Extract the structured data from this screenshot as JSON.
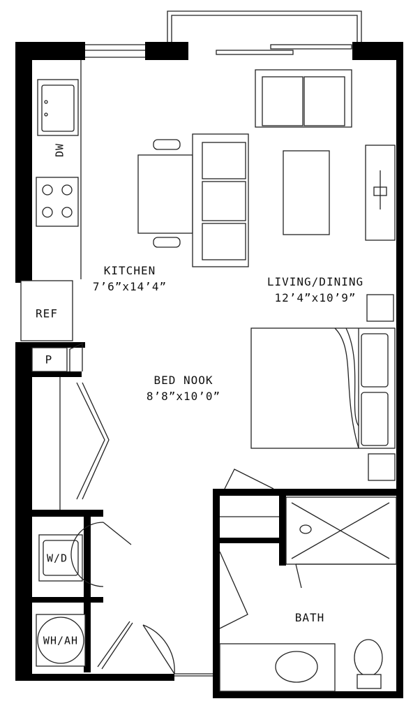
{
  "rooms": {
    "kitchen": {
      "name": "KITCHEN",
      "size": "7’6”x14’4”"
    },
    "living": {
      "name": "LIVING/DINING",
      "size": "12’4”x10’9”"
    },
    "bed": {
      "name": "BED NOOK",
      "size": "8’8”x10’0”"
    },
    "bath": {
      "name": "BATH"
    }
  },
  "fixtures": {
    "ref": "REF",
    "pantry": "P",
    "dishwasher": "DW",
    "washer_dryer": "W/D",
    "water_heater": "WH/AH"
  }
}
